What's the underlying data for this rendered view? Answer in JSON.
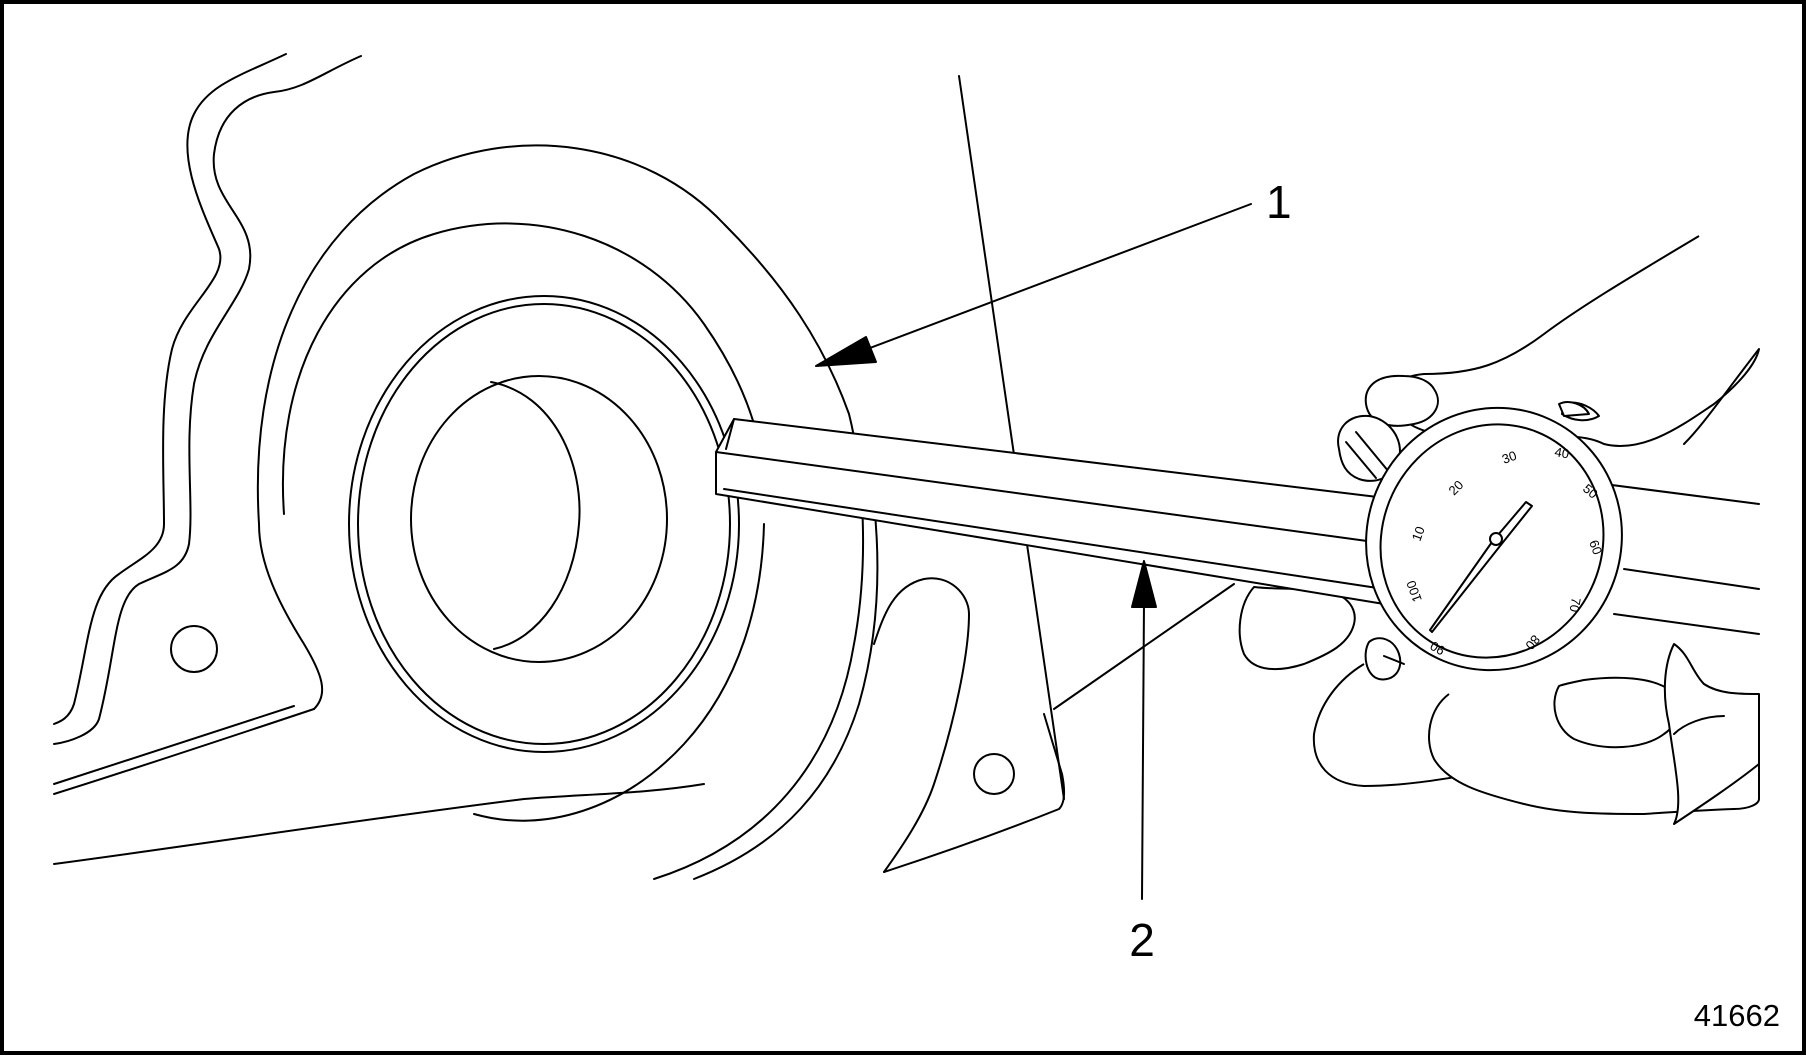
{
  "callouts": {
    "label_1": "1",
    "label_2": "2"
  },
  "figure_id": "41662",
  "dial": {
    "numbers": [
      "10",
      "20",
      "30",
      "40",
      "50",
      "60",
      "70",
      "80",
      "90",
      "100"
    ]
  },
  "colors": {
    "line": "#000000",
    "background": "#ffffff"
  }
}
